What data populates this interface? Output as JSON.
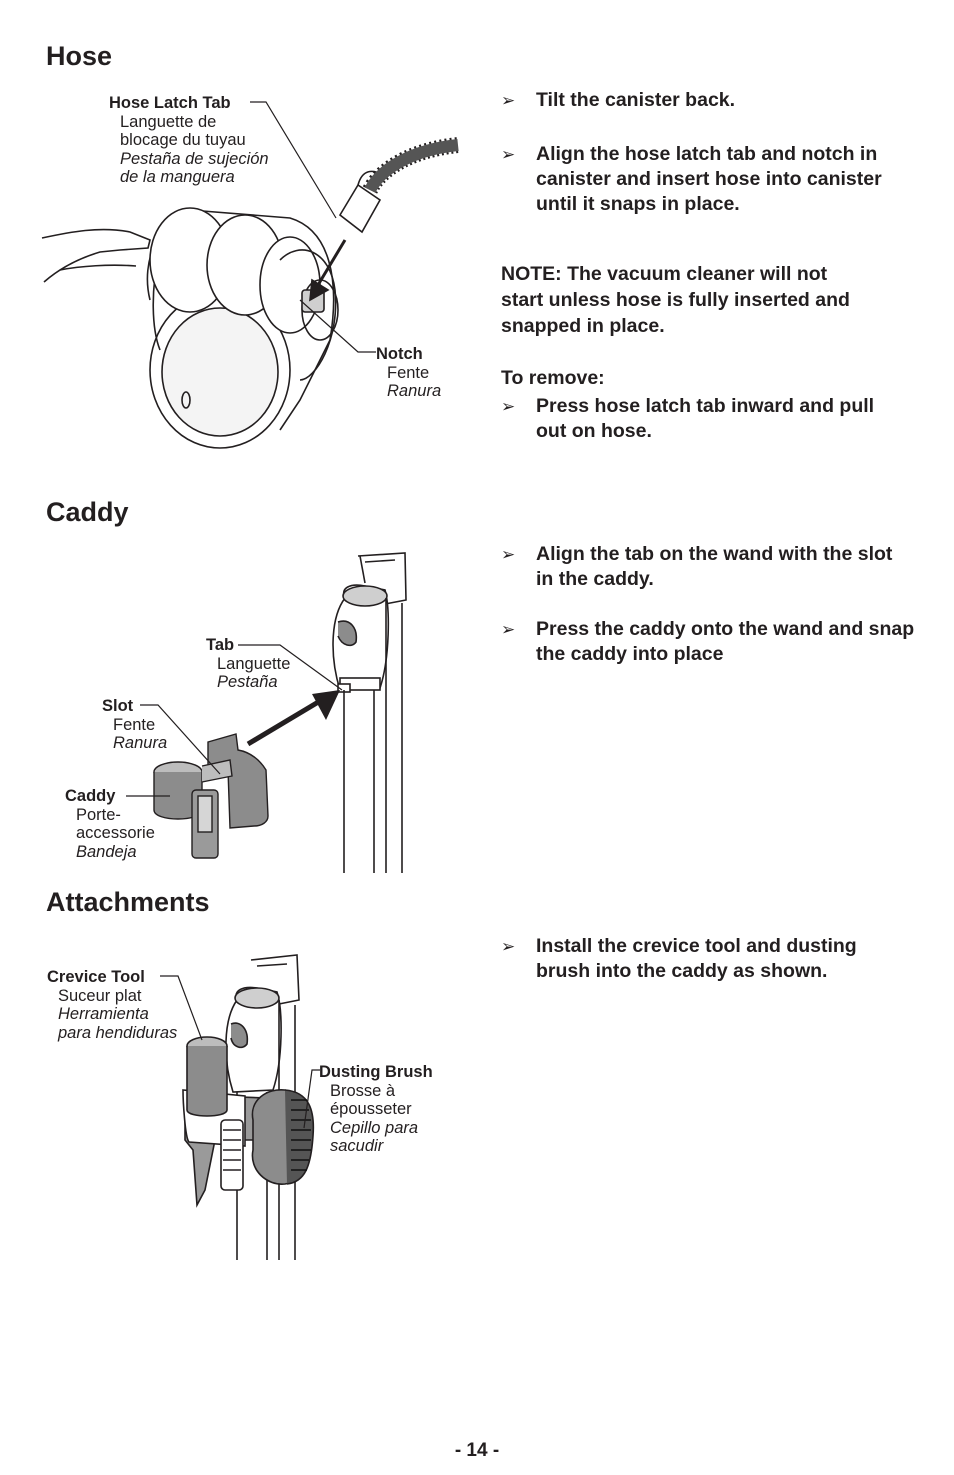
{
  "hose": {
    "title": "Hose",
    "latch_label": {
      "en": "Hose Latch Tab",
      "fr": "Languette de blocage du tuyau",
      "fr_1": "Languette de",
      "fr_2": "blocage du tuyau",
      "es_1": "Pestaña de sujeción",
      "es_2": "de la manguera"
    },
    "notch_label": {
      "en": "Notch",
      "fr": "Fente",
      "es": "Ranura"
    },
    "steps": [
      "Tilt the canister back.",
      "Align the hose latch tab and notch in canister and insert hose into canister until it snaps in place."
    ],
    "note_1": "NOTE:  The vacuum cleaner will not",
    "note_2": "start unless hose is fully inserted and",
    "note_3": "snapped in place.",
    "remove_heading": "To remove:",
    "remove_step": "Press hose latch tab inward and pull out on hose."
  },
  "caddy": {
    "title": "Caddy",
    "tab_label": {
      "en": "Tab",
      "fr": "Languette",
      "es": "Pestaña"
    },
    "slot_label": {
      "en": "Slot",
      "fr": "Fente",
      "es": "Ranura"
    },
    "caddy_label": {
      "en": "Caddy",
      "fr_1": "Porte-",
      "fr_2": "accessorie",
      "es": "Bandeja"
    },
    "steps": [
      "Align the tab on the wand with the slot in the caddy.",
      "Press the caddy onto the wand and snap the caddy into place"
    ]
  },
  "attachments": {
    "title": "Attachments",
    "crevice_label": {
      "en": "Crevice Tool",
      "fr": "Suceur plat",
      "es_1": "Herramienta",
      "es_2": "para hendiduras"
    },
    "brush_label": {
      "en": "Dusting Brush",
      "fr_1": "Brosse à",
      "fr_2": "épousseter",
      "es_1": "Cepillo para",
      "es_2": "sacudir"
    },
    "steps": [
      "Install the crevice tool and dusting brush into the caddy as shown."
    ]
  },
  "bullet_glyph": "➢",
  "page_number": "- 14 -",
  "colors": {
    "text": "#231f20",
    "tool_gray": "#8c8c8c",
    "light_gray": "#d6d6d6"
  }
}
